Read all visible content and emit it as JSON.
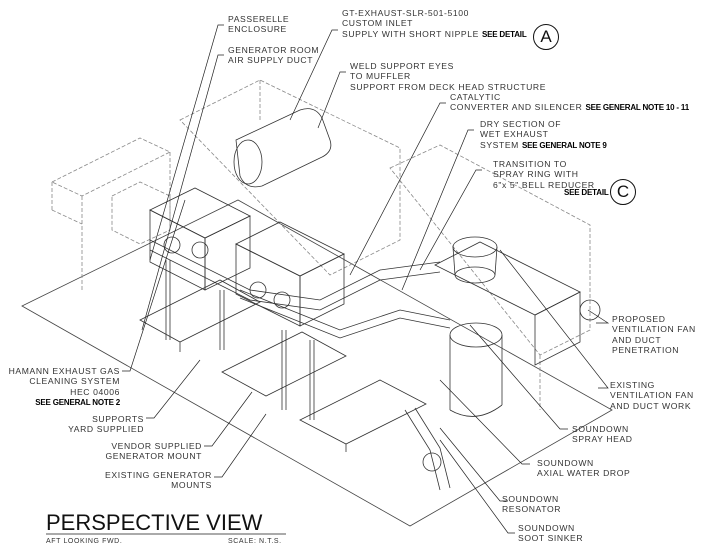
{
  "drawing": {
    "title": "PERSPECTIVE VIEW",
    "view_note": "AFT LOOKING FWD.",
    "scale": "SCALE:  N.T.S."
  },
  "callouts": {
    "passerelle": [
      "PASSERELLE",
      "ENCLOSURE"
    ],
    "air_supply": [
      "GENERATOR ROOM",
      "AIR SUPPLY DUCT"
    ],
    "custom_inlet": [
      "GT-EXHAUST-SLR-501-5100",
      "CUSTOM INLET",
      "SUPPLY WITH SHORT NIPPLE"
    ],
    "custom_inlet_ref": "SEE DETAIL",
    "detail_a": "A",
    "weld_support": [
      "WELD SUPPORT EYES",
      "TO MUFFLER",
      "SUPPORT FROM DECK HEAD STRUCTURE"
    ],
    "catalytic": [
      "CATALYTIC",
      "CONVERTER AND SILENCER"
    ],
    "catalytic_ref": "SEE GENERAL NOTE 10 - 11",
    "dry_section": [
      "DRY SECTION OF",
      "WET EXHAUST",
      "SYSTEM"
    ],
    "dry_section_ref": "SEE GENERAL NOTE 9",
    "transition": [
      "TRANSITION TO",
      "SPRAY RING WITH",
      "6\"x 5\" BELL REDUCER"
    ],
    "transition_ref": "SEE DETAIL",
    "detail_c": "C",
    "proposed_fan": [
      "PROPOSED",
      "VENTILATION FAN",
      "AND DUCT",
      "PENETRATION"
    ],
    "existing_fan": [
      "EXISTING",
      "VENTILATION FAN",
      "AND DUCT WORK"
    ],
    "spray_head": [
      "SOUNDOWN",
      "SPRAY HEAD"
    ],
    "axial_drop": [
      "SOUNDOWN",
      "AXIAL WATER DROP"
    ],
    "resonator": [
      "SOUNDOWN",
      "RESONATOR"
    ],
    "soot_sinker": [
      "SOUNDOWN",
      "SOOT SINKER"
    ],
    "hamann": [
      "HAMANN EXHAUST GAS",
      "CLEANING SYSTEM",
      "HEC 04006"
    ],
    "hamann_ref": "SEE GENERAL NOTE 2",
    "supports": [
      "SUPPORTS",
      "YARD SUPPLIED"
    ],
    "vendor_mount": [
      "VENDOR SUPPLIED",
      "GENERATOR MOUNT"
    ],
    "existing_mounts": [
      "EXISTING GENERATOR",
      "MOUNTS"
    ]
  }
}
